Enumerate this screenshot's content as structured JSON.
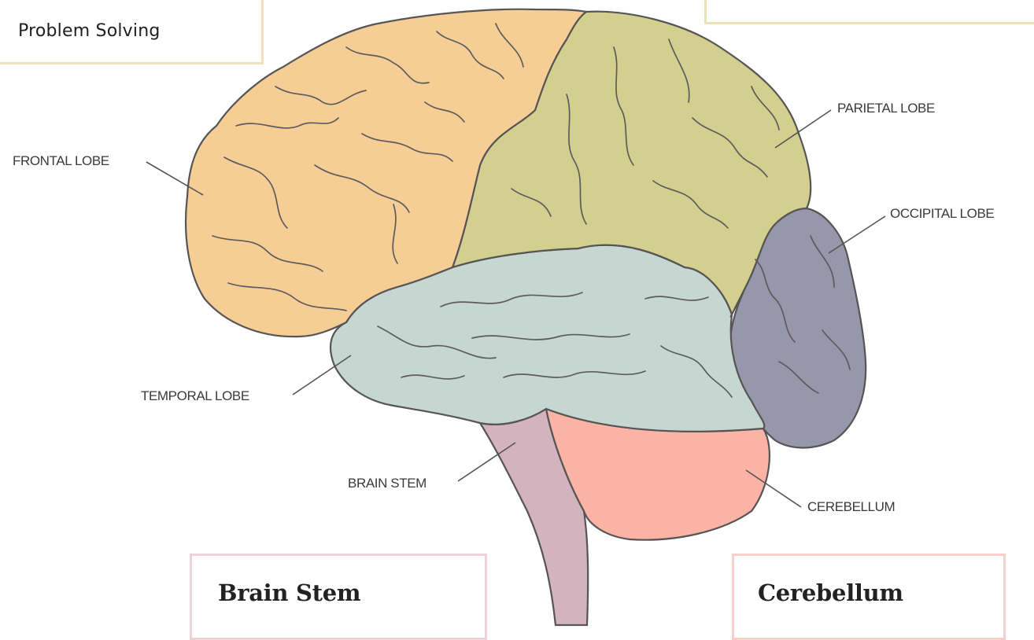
{
  "cards": {
    "frontal": {
      "text": "Problem Solving"
    },
    "brain_stem": {
      "heading": "Brain Stem"
    },
    "cerebellum": {
      "heading": "Cerebellum"
    }
  },
  "labels": {
    "frontal_lobe": "FRONTAL LOBE",
    "parietal_lobe": "PARIETAL LOBE",
    "occipital_lobe": "OCCIPITAL LOBE",
    "temporal_lobe": "TEMPORAL LOBE",
    "brain_stem": "BRAIN STEM",
    "cerebellum": "CEREBELLUM"
  },
  "colors": {
    "frontal_lobe": "#f6ce95",
    "parietal_lobe": "#d3cf8e",
    "occipital_lobe": "#9796ab",
    "temporal_lobe": "#c6d6d0",
    "brain_stem": "#d3b3bd",
    "cerebellum": "#fdb2a6"
  }
}
